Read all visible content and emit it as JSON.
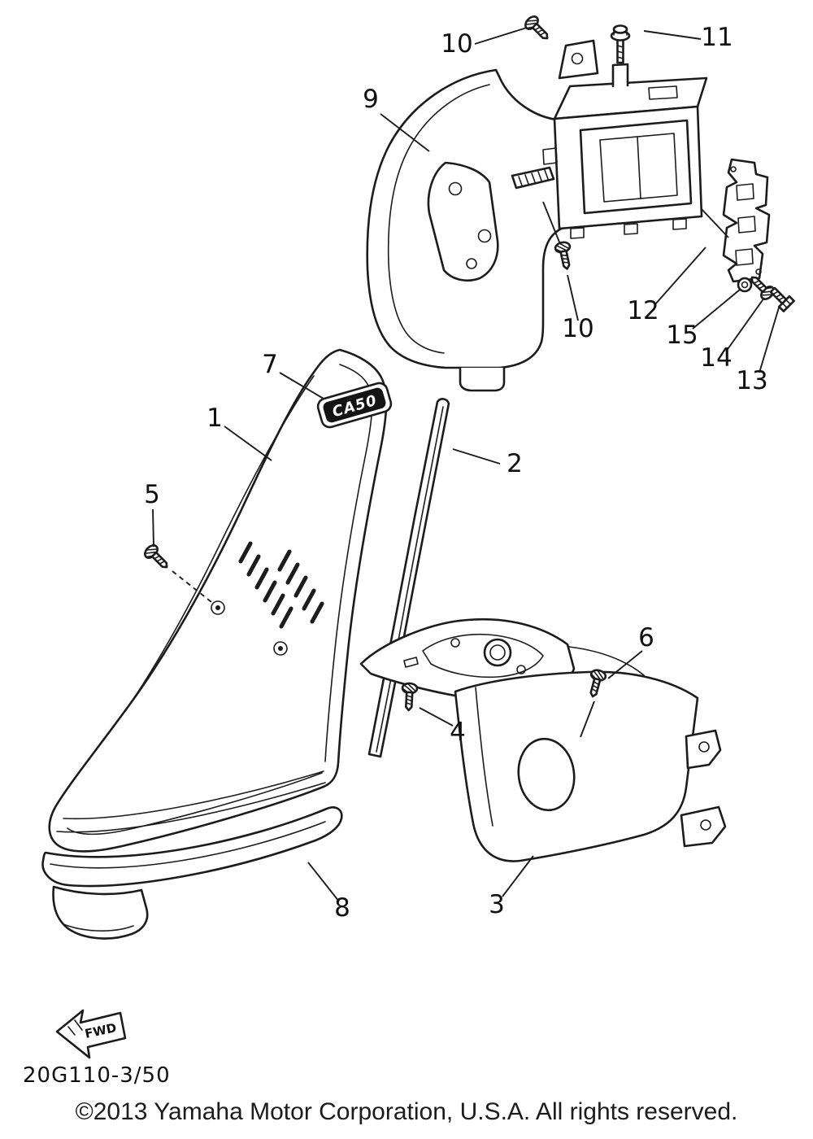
{
  "colors": {
    "background": "#ffffff",
    "line": "#1c1c1c",
    "text": "#111111"
  },
  "emblem": {
    "label": "CA50"
  },
  "fwd_arrow": {
    "label": "FWD"
  },
  "footer": {
    "part_code": "20G110-3/50",
    "copyright": "©2013 Yamaha Motor Corporation, U.S.A. All rights reserved."
  },
  "callouts": {
    "c1": "1",
    "c2": "2",
    "c3": "3",
    "c4": "4",
    "c5": "5",
    "c6": "6",
    "c7": "7",
    "c8": "8",
    "c9": "9",
    "c10_top": "10",
    "c10_lower": "10",
    "c11": "11",
    "c12": "12",
    "c13": "13",
    "c14": "14",
    "c15": "15"
  }
}
